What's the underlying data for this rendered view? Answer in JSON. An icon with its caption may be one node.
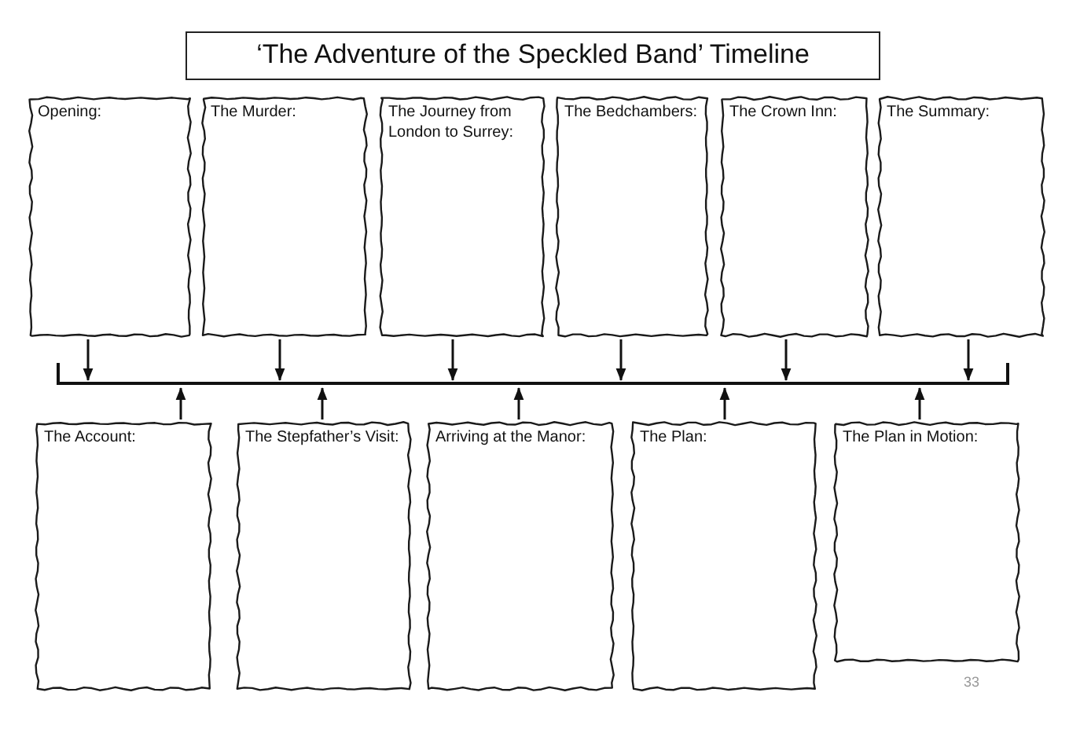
{
  "diagram": {
    "title": "‘The Adventure of the Speckled Band’ Timeline",
    "nodes": [
      {
        "text": [
          "Opening:"
        ]
      },
      {
        "text": [
          "The Murder:"
        ]
      },
      {
        "text": [
          "The Journey from London to Surrey:"
        ]
      },
      {
        "text": [
          "The Bedchambers:"
        ]
      },
      {
        "text": [
          "The Crown Inn:"
        ]
      },
      {
        "text": [
          "The Summary:"
        ]
      },
      {
        "text": [],
        "shape": "bar"
      },
      {
        "text": [
          "The Account:"
        ]
      },
      {
        "text": [
          "The Stepfather’s Visit:"
        ]
      },
      {
        "text": [
          "Arriving at the Manor:"
        ]
      },
      {
        "text": [
          "The Plan:"
        ]
      },
      {
        "text": [
          "The Plan in Motion:"
        ]
      }
    ],
    "edges": [
      {
        "from": 0,
        "to": 6,
        "arrow": "to"
      },
      {
        "from": 1,
        "to": 6,
        "arrow": "to"
      },
      {
        "from": 2,
        "to": 6,
        "arrow": "to"
      },
      {
        "from": 3,
        "to": 6,
        "arrow": "to"
      },
      {
        "from": 4,
        "to": 6,
        "arrow": "to"
      },
      {
        "from": 5,
        "to": 6,
        "arrow": "to"
      },
      {
        "from": 7,
        "to": 6,
        "arrow": "to"
      },
      {
        "from": 8,
        "to": 6,
        "arrow": "to"
      },
      {
        "from": 9,
        "to": 6,
        "arrow": "to"
      },
      {
        "from": 10,
        "to": 6,
        "arrow": "to"
      },
      {
        "from": 11,
        "to": 6,
        "arrow": "to"
      }
    ],
    "labels": [
      "33"
    ]
  }
}
